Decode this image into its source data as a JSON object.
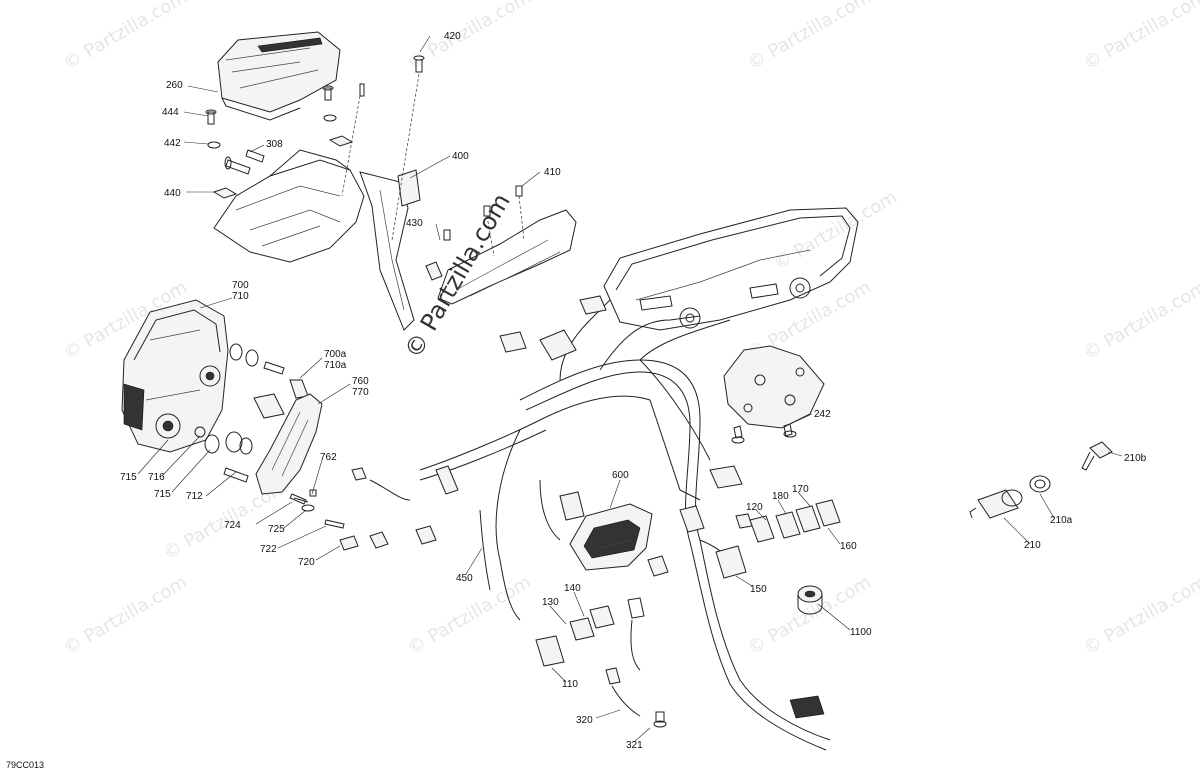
{
  "diagram": {
    "reference_code": "79CC013",
    "watermark_text": "© Partzilla.com",
    "part_labels": [
      "420",
      "260",
      "444",
      "442",
      "308",
      "440",
      "400",
      "410",
      "430",
      "700",
      "710",
      "700a",
      "710a",
      "760",
      "770",
      "715",
      "716",
      "715",
      "712",
      "762",
      "724",
      "725",
      "722",
      "720",
      "450",
      "600",
      "242",
      "120",
      "180",
      "170",
      "160",
      "150",
      "140",
      "130",
      "110",
      "1100",
      "320",
      "321",
      "210",
      "210a",
      "210b"
    ]
  }
}
